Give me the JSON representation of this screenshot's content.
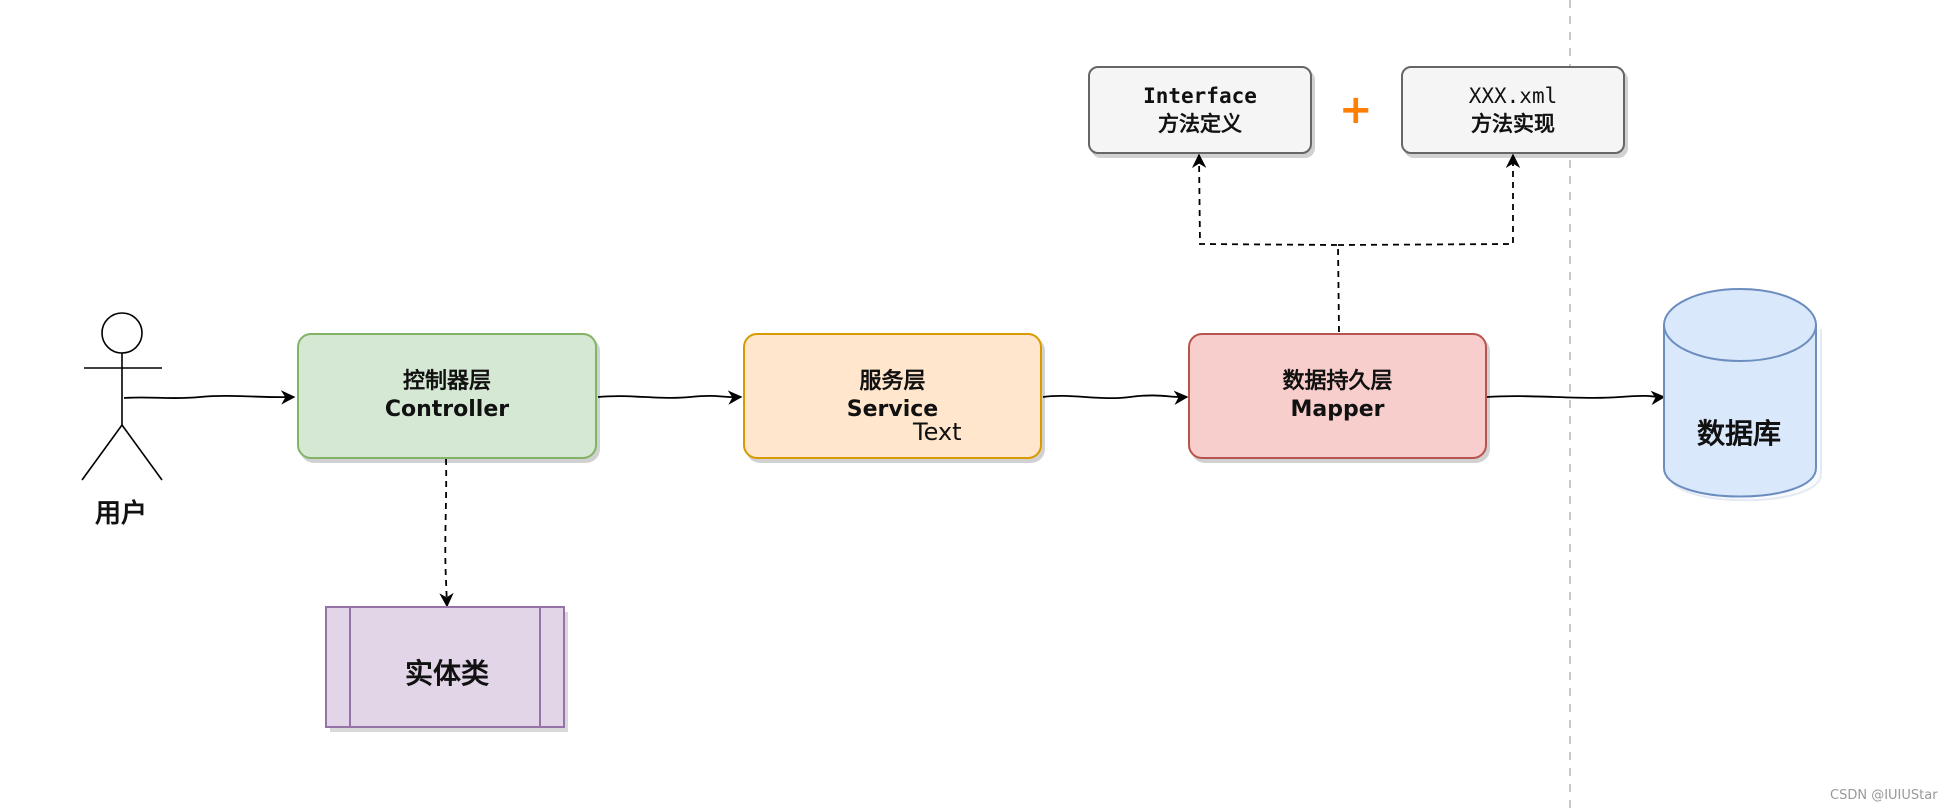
{
  "actor": {
    "label": "用户"
  },
  "controller": {
    "line1": "控制器层",
    "line2": "Controller"
  },
  "service": {
    "line1": "服务层",
    "line2": "Service",
    "overlay": "Text"
  },
  "mapper": {
    "line1": "数据持久层",
    "line2": "Mapper"
  },
  "interface": {
    "line1": "Interface",
    "line2": "方法定义"
  },
  "plus": "+",
  "xml": {
    "line1": "XXX.xml",
    "line2": "方法实现"
  },
  "database": {
    "label": "数据库"
  },
  "entity": {
    "label": "实体类"
  },
  "watermark": "CSDN @IUIUStar",
  "colors": {
    "controller_fill": "#d5e8d4",
    "controller_border": "#82b366",
    "service_fill": "#ffe6cc",
    "service_border": "#d79b00",
    "mapper_fill": "#f8cecc",
    "mapper_border": "#b85450",
    "gray_fill": "#f5f5f5",
    "gray_border": "#666666",
    "db_fill": "#dae8fc",
    "db_border": "#6c8ebf",
    "entity_fill": "#e1d5e7",
    "entity_border": "#9673a6",
    "plus": "#ff8000"
  }
}
